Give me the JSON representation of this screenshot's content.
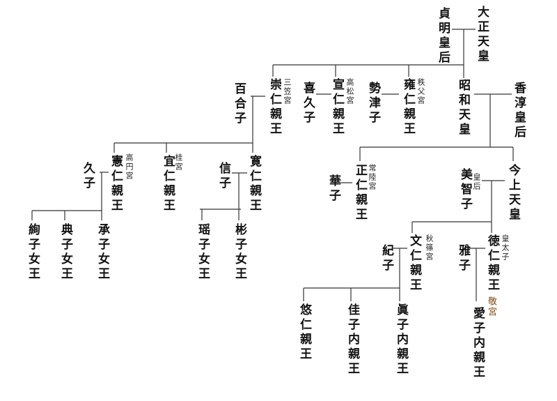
{
  "people": {
    "taisho": "大正天皇",
    "teimei": "貞明皇后",
    "takahito": "崇仁親王",
    "yuriko": "百合子",
    "nobuhito": "宣仁親王",
    "kikuko": "喜久子",
    "yasuhito": "雍仁親王",
    "setsuko": "勢津子",
    "showa": "昭和天皇",
    "kojun": "香淳皇后",
    "norihito": "憲仁親王",
    "hisako": "久子",
    "yoshihito": "宜仁親王",
    "tomohito": "寛仁親王",
    "nobuko": "信子",
    "ayako": "絢子女王",
    "noriko": "典子女王",
    "tsuguko": "承子女王",
    "yoko": "瑶子女王",
    "akiko": "彬子女王",
    "masahito": "正仁親王",
    "hanako": "華子",
    "kinjo": "今上天皇",
    "michiko": "美智子",
    "fumihito": "文仁親王",
    "kiko": "紀子",
    "naruhito": "徳仁親王",
    "masako": "雅子",
    "hisahito": "悠仁親王",
    "kako": "佳子内親王",
    "mako": "眞子内親王",
    "aiko": "愛子内親王"
  },
  "titles": {
    "mikasa": "三笠宮",
    "takamatsu": "高松宮",
    "chichibu": "秩父宮",
    "takamado": "高円宮",
    "katsura": "桂宮",
    "hitachi": "常陸宮",
    "kogo": "皇后",
    "akishino": "秋篠宮",
    "kotaishi": "皇太子",
    "toshi": "敬宮"
  }
}
